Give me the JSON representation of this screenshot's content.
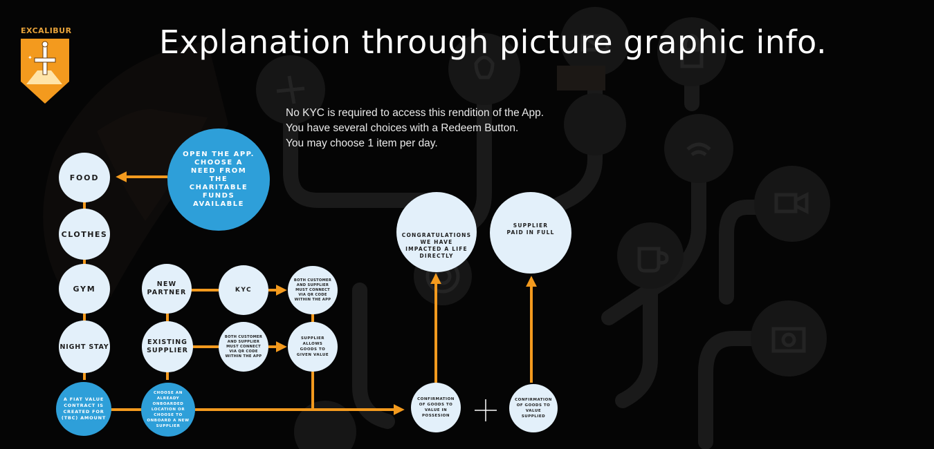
{
  "page": {
    "title": "Explanation through picture graphic info.",
    "brand": "EXCALIBUR"
  },
  "info": {
    "line1": "No KYC is required to access this rendition of the App.",
    "line2": "You have several choices with a Redeem Button.",
    "line3": "You may choose 1 item per day."
  },
  "nodes": {
    "open_app": "OPEN THE APP. CHOOSE A NEED FROM THE CHARITABLE FUNDS AVAILABLE",
    "food": "FOOD",
    "clothes": "CLOTHES",
    "gym": "GYM",
    "night_stay": "NIGHT STAY",
    "fiat_contract": "A FIAT VALUE CONTRACT IS CREATED FOR (TBC) AMOUNT",
    "new_partner": "NEW PARTNER",
    "existing_supplier": "EXISTING SUPPLIER",
    "choose_onboarded": "CHOOSE AN ALREADY ONBOARDED LOCATION OR CHOOSE TO ONBOARD A NEW SUPPLIER",
    "kyc": "KYC",
    "connect_qr_1": "BOTH CUSTOMER AND SUPPLIER MUST CONNECT VIA QR CODE WITHIN THE APP",
    "connect_qr_2": "BOTH CUSTOMER AND SUPPLIER MUST CONNECT VIA QR CODE WITHIN THE APP",
    "supplier_allows": "SUPPLIER ALLOWS GOODS TO GIVEN VALUE",
    "confirm_possession": "CONFIRMATION OF GOODS TO VALUE IN POSSESION",
    "confirm_supplied": "CONFIRMATION OF GOODS TO VALUE SUPPLIED",
    "congratulations": "CONGRATULATIONS WE HAVE IMPACTED A LIFE DIRECTLY",
    "supplier_paid": "SUPPLIER PAID IN FULL"
  },
  "colors": {
    "connector": "#f39a1e",
    "node_light": "#e3f0fa",
    "node_blue": "#2e9fd9",
    "brand": "#e8a33a",
    "background": "#050505"
  }
}
